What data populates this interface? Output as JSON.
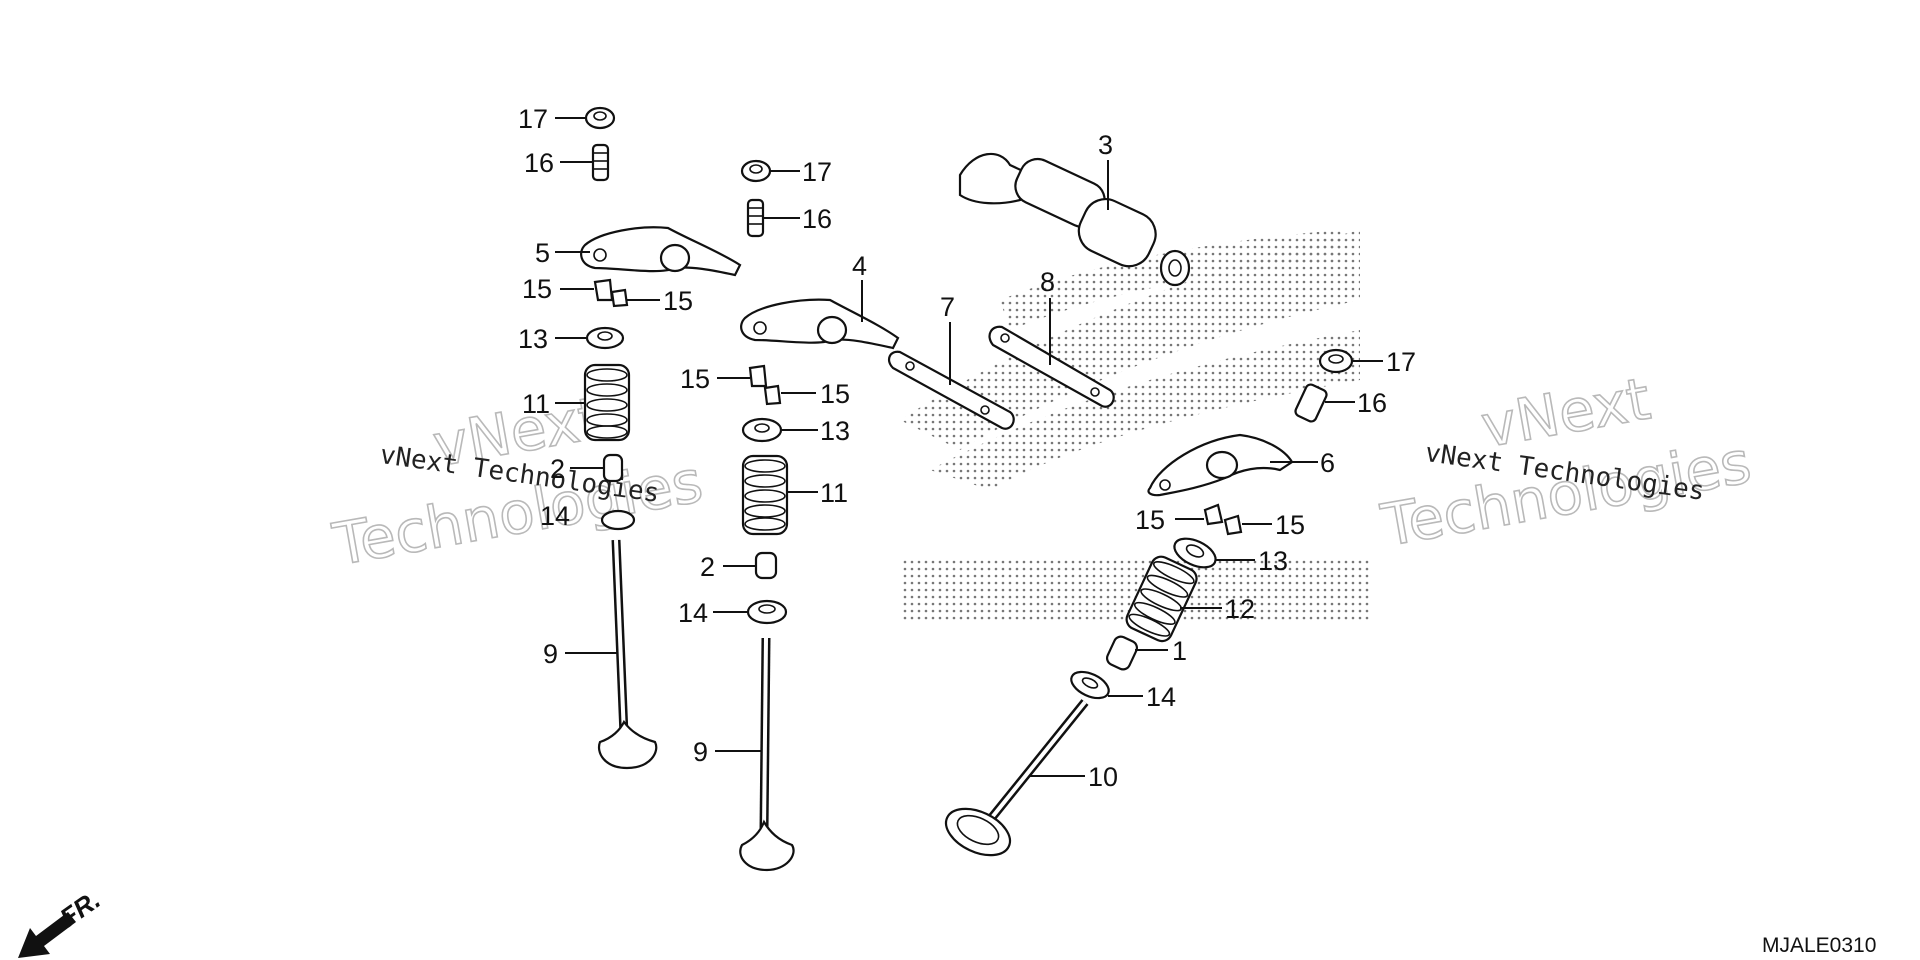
{
  "diagram": {
    "code": "MJALE0310",
    "direction_label": "FR.",
    "labels": {
      "l17a": "17",
      "l16a": "16",
      "l5": "5",
      "l15a": "15",
      "l15b": "15",
      "l13a": "13",
      "l11a": "11",
      "l2a": "2",
      "l14a": "14",
      "l9a": "9",
      "l17b": "17",
      "l16b": "16",
      "l4": "4",
      "l15c": "15",
      "l15d": "15",
      "l13b": "13",
      "l11b": "11",
      "l2b": "2",
      "l14b": "14",
      "l9b": "9",
      "l3": "3",
      "l7": "7",
      "l8": "8",
      "l17c": "17",
      "l16c": "16",
      "l6": "6",
      "l15e": "15",
      "l15f": "15",
      "l13c": "13",
      "l12": "12",
      "l1": "1",
      "l14c": "14",
      "l10": "10"
    }
  },
  "watermarks": {
    "line1": "vNext",
    "line2": "Technologies",
    "small": "vNext Technologies"
  },
  "icons": {
    "direction_arrow": "arrow-down-left-icon",
    "brand_wing": "wing-logo-icon"
  }
}
